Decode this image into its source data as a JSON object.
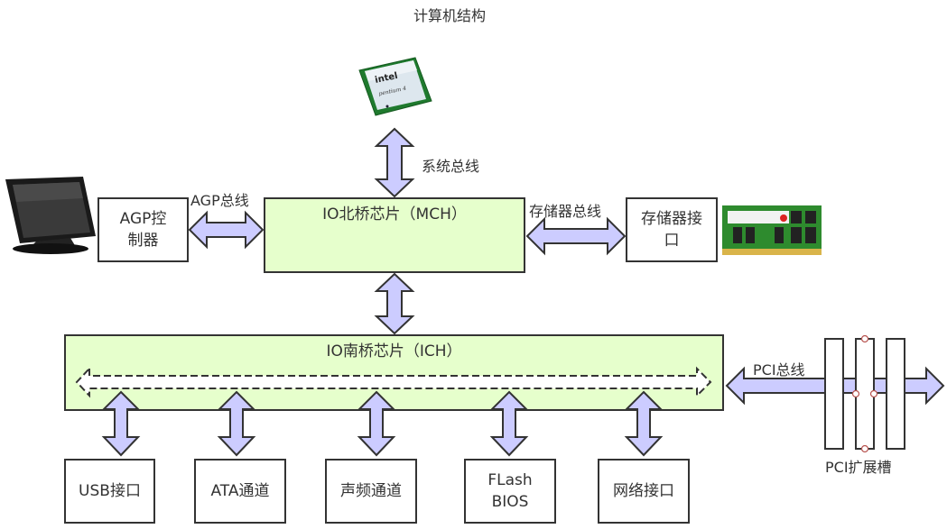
{
  "title": "计算机结构",
  "cpu_image": {
    "icon": "cpu-pentium4-icon",
    "brand": "intel",
    "model": "pentium 4"
  },
  "monitor_image": {
    "icon": "monitor-icon"
  },
  "memory_image": {
    "icon": "ram-module-icon"
  },
  "north_bridge": {
    "label": "IO北桥芯片（MCH）"
  },
  "south_bridge": {
    "label": "IO南桥芯片（ICH）"
  },
  "agp_controller": {
    "label_line1": "AGP控",
    "label_line2": "制器"
  },
  "memory_interface": {
    "label_line1": "存储器接",
    "label_line2": "口"
  },
  "buses": {
    "system_bus": "系统总线",
    "agp_bus": "AGP总线",
    "memory_bus": "存储器总线",
    "pci_bus": "PCI总线"
  },
  "pci_slots": {
    "label": "PCI扩展槽",
    "count": 3
  },
  "devices": [
    {
      "label_line1": "USB接口",
      "label_line2": ""
    },
    {
      "label_line1": "ATA通道",
      "label_line2": ""
    },
    {
      "label_line1": "声频通道",
      "label_line2": ""
    },
    {
      "label_line1": "FLash",
      "label_line2": "BIOS"
    },
    {
      "label_line1": "网络接口",
      "label_line2": ""
    }
  ],
  "colors": {
    "chip_fill": "#e6ffcc",
    "arrow_fill": "#ccccff",
    "stroke": "#333333",
    "connector": "#b85450"
  }
}
